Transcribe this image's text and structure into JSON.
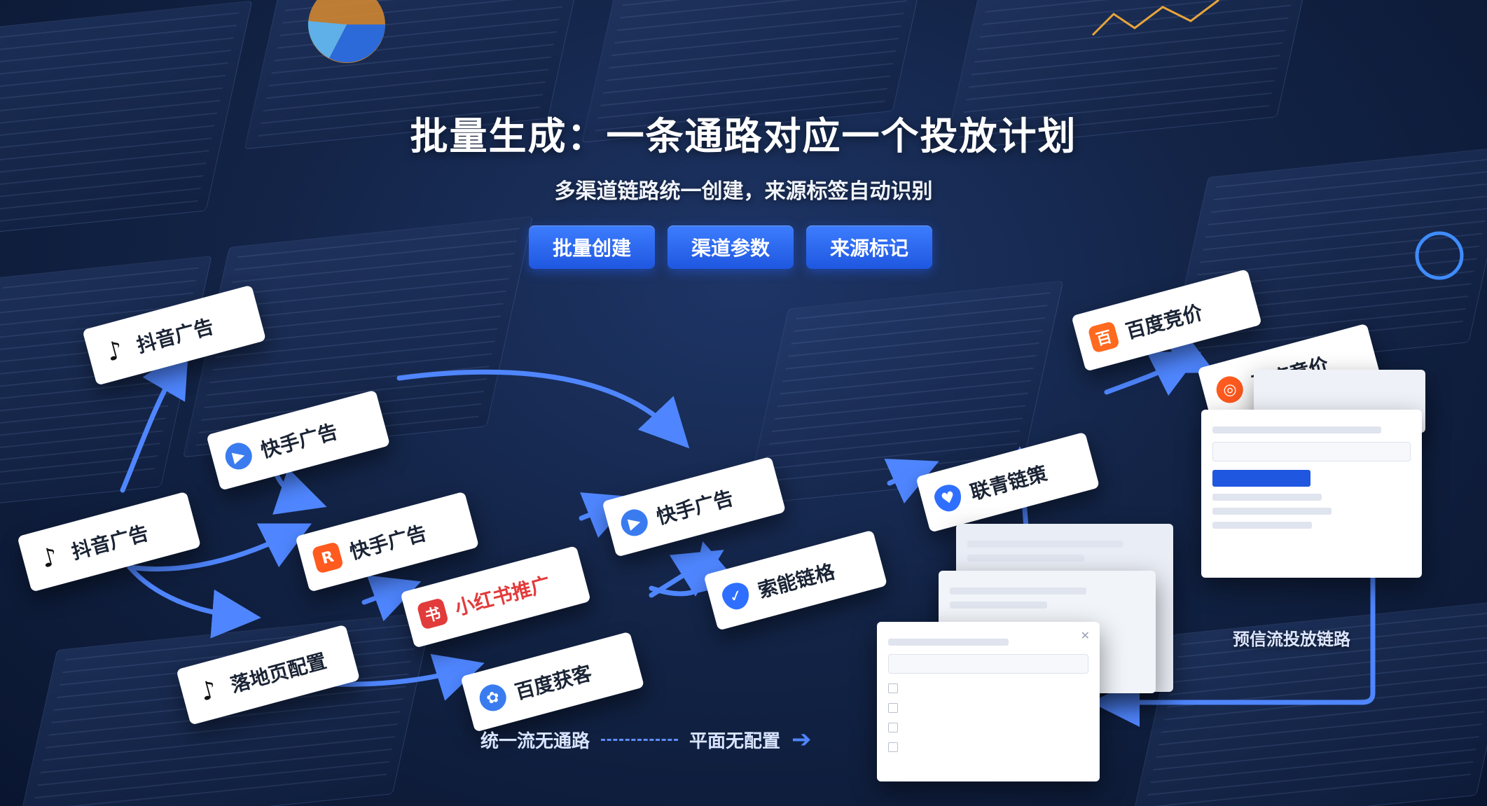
{
  "header": {
    "title": "批量生成：一条通路对应一个投放计划",
    "subtitle": "多渠道链路统一创建，来源标签自动识别"
  },
  "buttons": {
    "batch_create": "批量创建",
    "channel_params": "渠道参数",
    "source_tag": "来源标记"
  },
  "cards": {
    "douyin_top": "抖音广告",
    "douyin_left": "抖音广告",
    "kuaishou_1": "快手广告",
    "kuaishou_2": "快手广告",
    "kuaishou_3": "快手广告",
    "xiaohongshu": "小红书推广",
    "landing": "落地页配置",
    "baidu_customer": "百度获客",
    "unknown_1": "索能链格",
    "unknown_2": "联青链策",
    "baidu_bid_1": "百度竞价",
    "baidu_bid_2": "百度竞价"
  },
  "captions": {
    "right_panel": "预信流投放链路",
    "legend_left": "统一流无通路",
    "legend_right": "平面无配置"
  },
  "colors": {
    "accent": "#1f57e0",
    "flow_line": "#4f86ff",
    "background": "#132447"
  }
}
